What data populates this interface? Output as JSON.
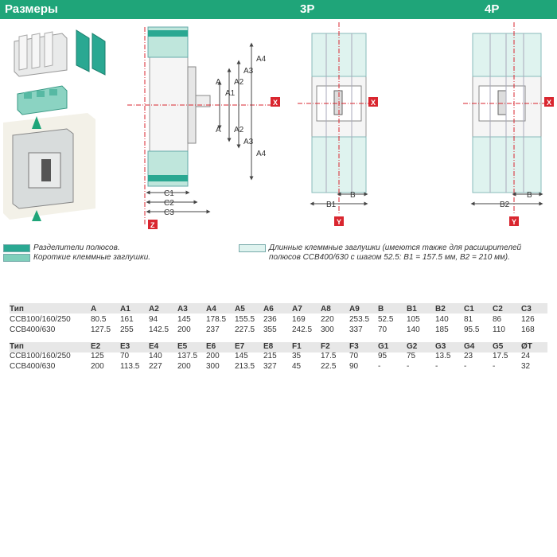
{
  "header": {
    "title": "Размеры",
    "p3": "3P",
    "p4": "4P"
  },
  "colors": {
    "accent": "#1fa579",
    "axis": "#d9262f",
    "separator": "#2aa892",
    "short_cap": "#7fcfbb",
    "long_cap": "#dff3ef"
  },
  "diagram": {
    "side_labels": {
      "A4": "A4",
      "A3": "A3",
      "A2": "A2",
      "A1": "A1",
      "A": "A",
      "C1": "C1",
      "C2": "C2",
      "C3": "C3",
      "B": "B",
      "B1": "B1",
      "B2": "B2"
    },
    "axes": {
      "x": "X",
      "y": "Y",
      "z": "Z"
    }
  },
  "legend": {
    "separators": "Разделители полюсов.",
    "short_caps": "Короткие клеммные заглушки.",
    "long_caps_1": "Длинные клеммные заглушки (имеются также для расширителей",
    "long_caps_2": "полюсов CCB400/630 с шагом 52.5: B1 = 157.5 мм, B2 = 210 мм)."
  },
  "table": {
    "rows": [
      [
        "Тип",
        "A",
        "A1",
        "A2",
        "A3",
        "A4",
        "A5",
        "A6",
        "A7",
        "A8",
        "A9",
        "B",
        "B1",
        "B2",
        "C1",
        "C2",
        "C3"
      ],
      [
        "CCB100/160/250",
        "80.5",
        "161",
        "94",
        "145",
        "178.5",
        "155.5",
        "236",
        "169",
        "220",
        "253.5",
        "52.5",
        "105",
        "140",
        "81",
        "86",
        "126"
      ],
      [
        "CCB400/630",
        "127.5",
        "255",
        "142.5",
        "200",
        "237",
        "227.5",
        "355",
        "242.5",
        "300",
        "337",
        "70",
        "140",
        "185",
        "95.5",
        "110",
        "168"
      ],
      [
        "Тип",
        "E2",
        "E3",
        "E4",
        "E5",
        "E6",
        "E7",
        "E8",
        "F1",
        "F2",
        "F3",
        "G1",
        "G2",
        "G3",
        "G4",
        "G5",
        "ØT"
      ],
      [
        "CCB100/160/250",
        "125",
        "70",
        "140",
        "137.5",
        "200",
        "145",
        "215",
        "35",
        "17.5",
        "70",
        "95",
        "75",
        "13.5",
        "23",
        "17.5",
        "24"
      ],
      [
        "CCB400/630",
        "200",
        "113.5",
        "227",
        "200",
        "300",
        "213.5",
        "327",
        "45",
        "22.5",
        "90",
        "-",
        "-",
        "-",
        "-",
        "-",
        "32"
      ]
    ]
  }
}
